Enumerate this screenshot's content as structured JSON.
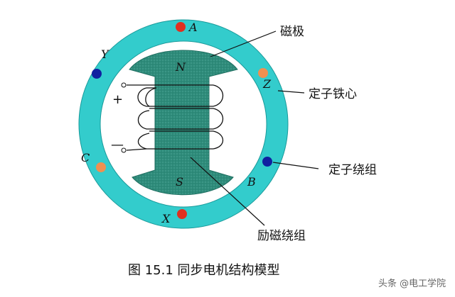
{
  "diagram": {
    "phase_labels": {
      "A": "A",
      "B": "B",
      "C": "C",
      "X": "X",
      "Y": "Y",
      "Z": "Z"
    },
    "pole_labels": {
      "north": "N",
      "south": "S"
    },
    "terminals": {
      "plus": "+",
      "minus": "—"
    },
    "callouts": {
      "magnetic_pole": "磁极",
      "stator_core": "定子铁心",
      "stator_winding": "定子绕组",
      "excitation_winding": "励磁绕组"
    },
    "caption": "图 15.1  同步电机结构模型",
    "watermark": "头条 @电工学院",
    "colors": {
      "stator_ring": "#33CCCC",
      "rotor": "#2E8B7A",
      "conductor_red": "#E03020",
      "conductor_blue": "#1020A0",
      "conductor_orange": "#F09050",
      "line": "#111111"
    }
  }
}
